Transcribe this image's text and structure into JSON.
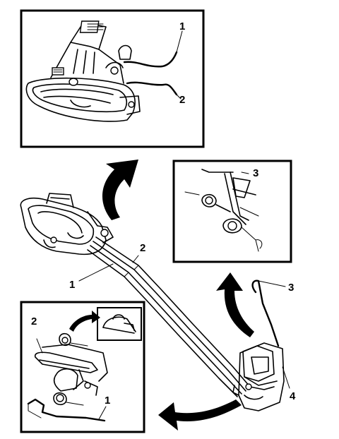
{
  "callouts": {
    "top_inset_1": "1",
    "top_inset_2": "2",
    "right_inset_3": "3",
    "main_1": "1",
    "main_2": "2",
    "main_3": "3",
    "main_4": "4",
    "bottom_inset_2": "2",
    "bottom_inset_1": "1"
  }
}
